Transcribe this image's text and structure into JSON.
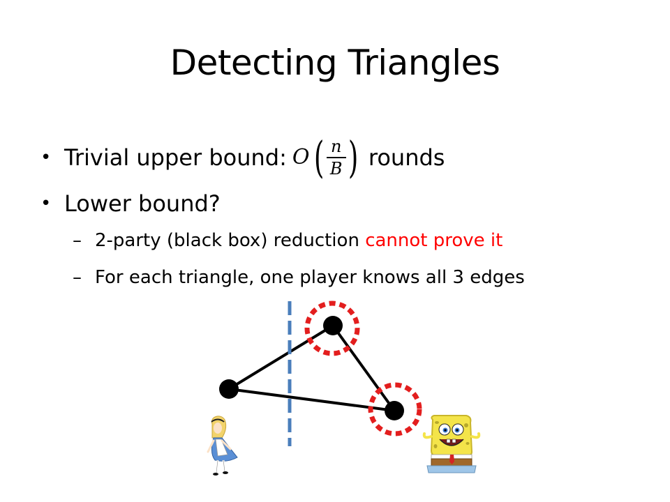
{
  "title": "Detecting Triangles",
  "bullets": [
    {
      "prefix": "Trivial upper bound:",
      "math": {
        "big_o": "O",
        "numerator": "n",
        "denominator": "B"
      },
      "suffix": "rounds"
    },
    {
      "text": "Lower bound?"
    }
  ],
  "sub_bullets": [
    {
      "text": "2-party (black box) reduction",
      "highlight": "cannot prove it"
    },
    {
      "text": "For each triangle, one player knows all 3 edges"
    }
  ],
  "glyphs": {
    "bullet": "•",
    "dash": "–"
  },
  "colors": {
    "highlight_red": "#ff0000",
    "divider_blue": "#4a7ebb",
    "circle_red": "#e31e1e"
  },
  "icons": {
    "left_player": "alice-figure-icon",
    "right_player": "spongebob-figure-icon"
  }
}
